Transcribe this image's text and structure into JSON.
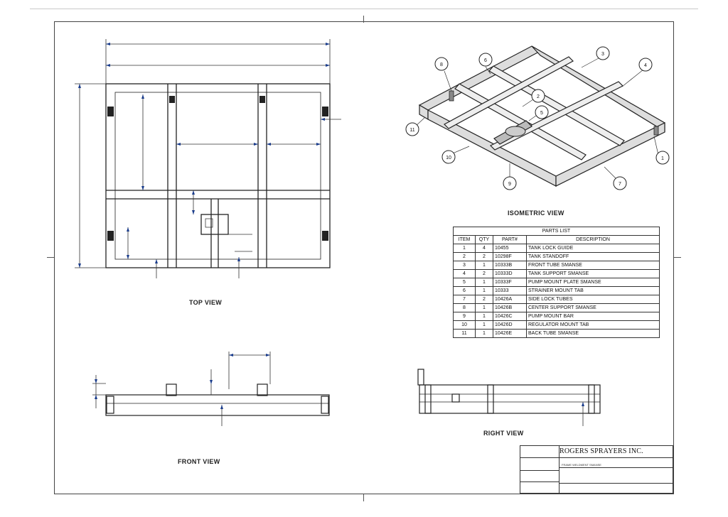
{
  "views": {
    "top": "TOP VIEW",
    "front": "FRONT VIEW",
    "right": "RIGHT VIEW",
    "isometric": "ISOMETRIC VIEW"
  },
  "parts_list": {
    "title": "PARTS LIST",
    "headers": [
      "ITEM",
      "QTY",
      "PART#",
      "DESCRIPTION"
    ],
    "rows": [
      [
        "1",
        "4",
        "10455",
        "TANK LOCK GUIDE"
      ],
      [
        "2",
        "2",
        "10298F",
        "TANK STANDOFF"
      ],
      [
        "3",
        "1",
        "10333B",
        "FRONT TUBE SMANSE"
      ],
      [
        "4",
        "2",
        "10333D",
        "TANK SUPPORT SMANSE"
      ],
      [
        "5",
        "1",
        "10333F",
        "PUMP MOUNT PLATE SMANSE"
      ],
      [
        "6",
        "1",
        "10333",
        "STRAINER MOUNT TAB"
      ],
      [
        "7",
        "2",
        "10426A",
        "SIDE LOCK TUBES"
      ],
      [
        "8",
        "1",
        "10426B",
        "CENTER SUPPORT SMANSE"
      ],
      [
        "9",
        "1",
        "10426C",
        "PUMP MOUNT BAR"
      ],
      [
        "10",
        "1",
        "10426D",
        "REGULATOR MOUNT TAB"
      ],
      [
        "11",
        "1",
        "10426E",
        "BACK TUBE SMANSE"
      ]
    ]
  },
  "balloons": [
    "8",
    "6",
    "3",
    "4",
    "2",
    "5",
    "11",
    "10",
    "9",
    "7",
    "1"
  ],
  "title_block": {
    "company": "ROGERS SPRAYERS INC.",
    "title": "FRAME WELDMENT SMANSE"
  }
}
